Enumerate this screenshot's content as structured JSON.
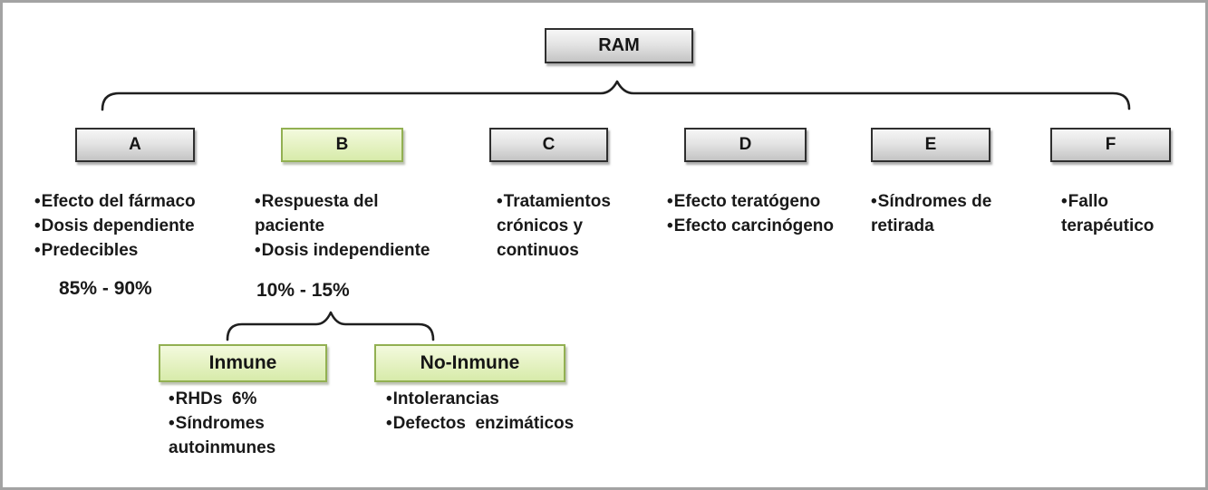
{
  "diagram": {
    "root": {
      "label": "RAM"
    },
    "categories": [
      {
        "label": "A",
        "color": "gray",
        "bullets": [
          "Efecto del fármaco",
          "Dosis dependiente",
          "Predecibles"
        ],
        "percent": "85% - 90%"
      },
      {
        "label": "B",
        "color": "green",
        "bullets": [
          "Respuesta del paciente",
          "Dosis independiente"
        ],
        "percent": "10% - 15%"
      },
      {
        "label": "C",
        "color": "gray",
        "bullets": [
          "Tratamientos crónicos y continuos"
        ]
      },
      {
        "label": "D",
        "color": "gray",
        "bullets": [
          "Efecto teratógeno",
          "Efecto carcinógeno"
        ]
      },
      {
        "label": "E",
        "color": "gray",
        "bullets": [
          "Síndromes de retirada"
        ]
      },
      {
        "label": "F",
        "color": "gray",
        "bullets": [
          "Fallo terapéutico"
        ]
      }
    ],
    "b_subtypes": [
      {
        "label": "Inmune",
        "color": "green",
        "bullets": [
          "RHDs  6%",
          "Síndromes autoinmunes"
        ]
      },
      {
        "label": "No-Inmune",
        "color": "green",
        "bullets": [
          "Intolerancias",
          "Defectos  enzimáticos"
        ]
      }
    ],
    "colors": {
      "gray_fill": "#d9d9d9",
      "gray_border": "#2f2f2f",
      "green_fill": "#d7ebaa",
      "green_border": "#92b052",
      "text": "#191919",
      "connector": "#1f1f1f",
      "frame_border": "#a3a3a3"
    }
  }
}
